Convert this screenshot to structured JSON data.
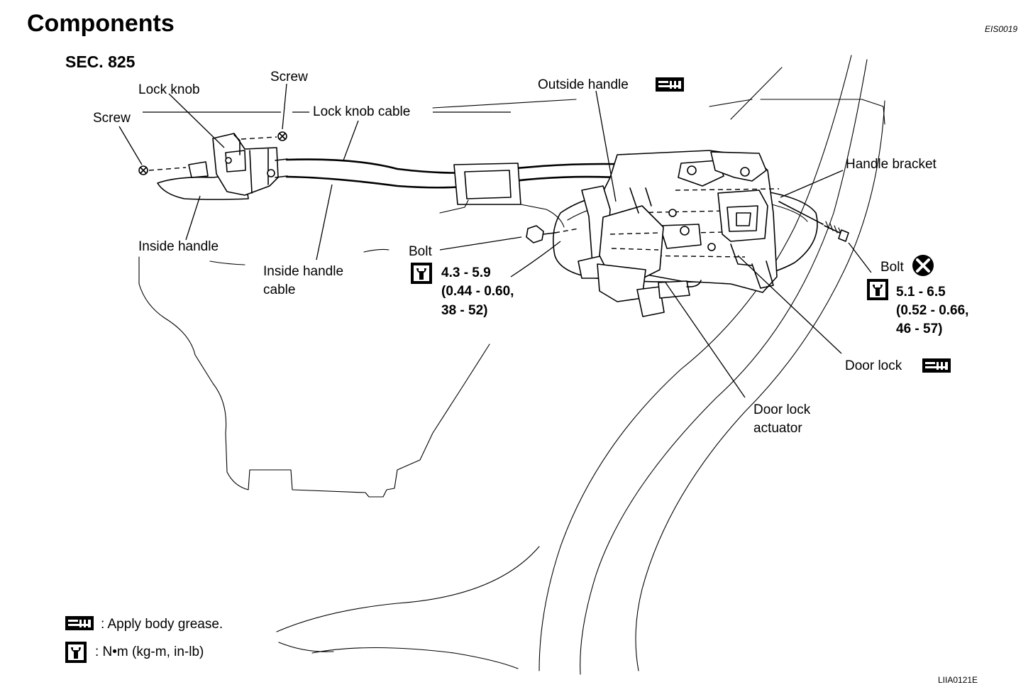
{
  "header": {
    "title": "Components",
    "code": "EIS0019"
  },
  "section": "SEC. 825",
  "callouts": {
    "screw_top": "Screw",
    "lock_knob": "Lock knob",
    "screw_left": "Screw",
    "lock_knob_cable": "Lock knob cable",
    "outside_handle": "Outside handle",
    "handle_bracket": "Handle bracket",
    "inside_handle": "Inside handle",
    "inside_handle_cable_line1": "Inside handle",
    "inside_handle_cable_line2": "cable",
    "bolt_center": "Bolt",
    "bolt_right": "Bolt",
    "door_lock": "Door lock",
    "door_lock_actuator_line1": "Door lock",
    "door_lock_actuator_line2": "actuator"
  },
  "torque": {
    "center": {
      "line1": "4.3 - 5.9",
      "line2": "(0.44 - 0.60,",
      "line3": "38 - 52)"
    },
    "right": {
      "line1": "5.1 - 6.5",
      "line2": "(0.52 - 0.66,",
      "line3": "46 - 57)"
    }
  },
  "legend": {
    "grease": ": Apply body grease.",
    "torque_units": ":  N•m  (kg-m,  in-lb)"
  },
  "figure_code": "LIIA0121E",
  "icons": {
    "grease": "grease-symbol-icon",
    "torque": "torque-wrench-icon",
    "no_reuse": "do-not-reuse-icon"
  }
}
